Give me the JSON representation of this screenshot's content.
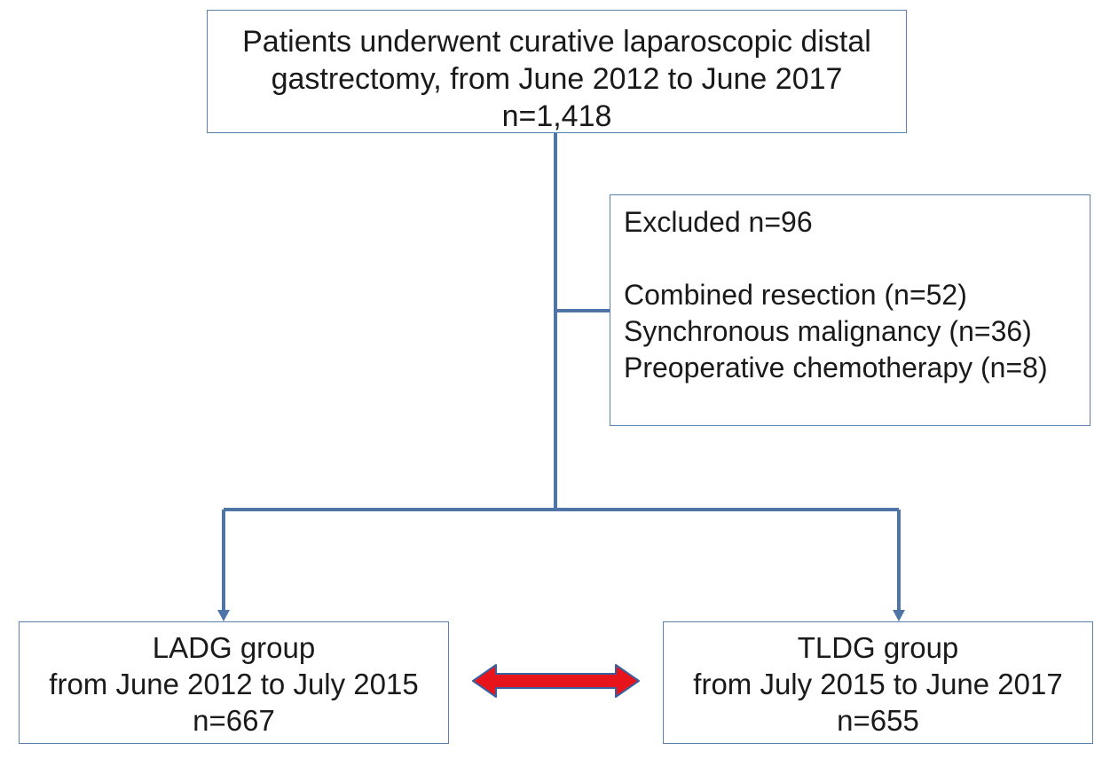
{
  "top_box": {
    "lines": [
      "Patients underwent curative laparoscopic distal",
      "gastrectomy, from June 2012 to June 2017",
      "n=1,418"
    ]
  },
  "excluded_box": {
    "heading": "Excluded n=96",
    "reasons": [
      "Combined resection (n=52)",
      "Synchronous malignancy (n=36)",
      "Preoperative chemotherapy (n=8)"
    ]
  },
  "left_group": {
    "lines": [
      "LADG group",
      "from June 2012 to July 2015",
      "n=667"
    ]
  },
  "right_group": {
    "lines": [
      "TLDG group",
      "from July 2015 to June 2017",
      "n=655"
    ]
  },
  "colors": {
    "connector": "#4f74a6",
    "box_border": "#5b7fae",
    "comparison_arrow_fill": "#e8141b",
    "comparison_arrow_outline": "#3a5f9e"
  }
}
